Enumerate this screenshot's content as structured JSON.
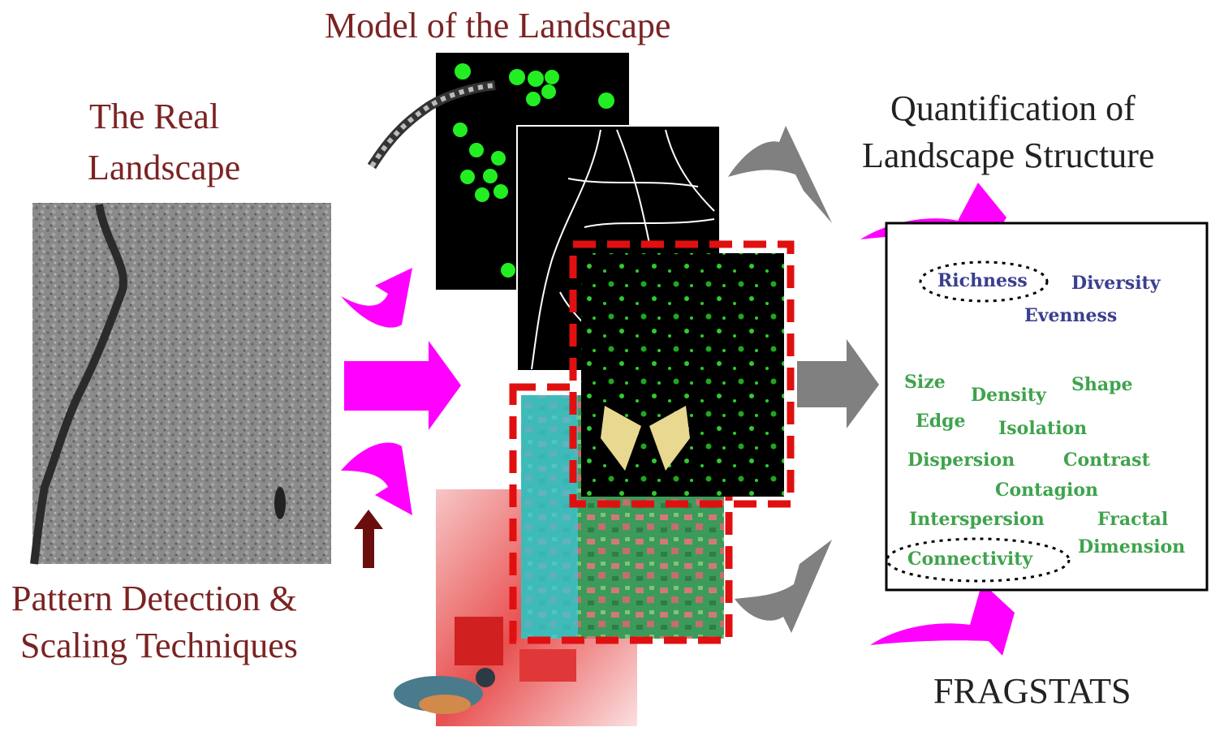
{
  "titles": {
    "model": "Model of the Landscape",
    "real_line1": "The Real",
    "real_line2": "Landscape",
    "quant_line1": "Quantification of",
    "quant_line2": "Landscape Structure",
    "pattern_line1": "Pattern Detection &",
    "pattern_line2": "Scaling Techniques",
    "fragstats": "FRAGSTATS"
  },
  "metrics": {
    "richness": "Richness",
    "diversity": "Diversity",
    "evenness": "Evenness",
    "size": "Size",
    "density": "Density",
    "shape": "Shape",
    "edge": "Edge",
    "isolation": "Isolation",
    "dispersion": "Dispersion",
    "contrast": "Contrast",
    "contagion": "Contagion",
    "interspersion": "Interspersion",
    "fractal": "Fractal",
    "dimension": "Dimension",
    "connectivity": "Connectivity"
  },
  "colors": {
    "title_red": "#7b2323",
    "arrow_magenta": "#ff00ff",
    "arrow_gray": "#808080",
    "dashed_red": "#e01010",
    "metric_green": "#3fa34d",
    "metric_blue": "#3a3f8f"
  }
}
